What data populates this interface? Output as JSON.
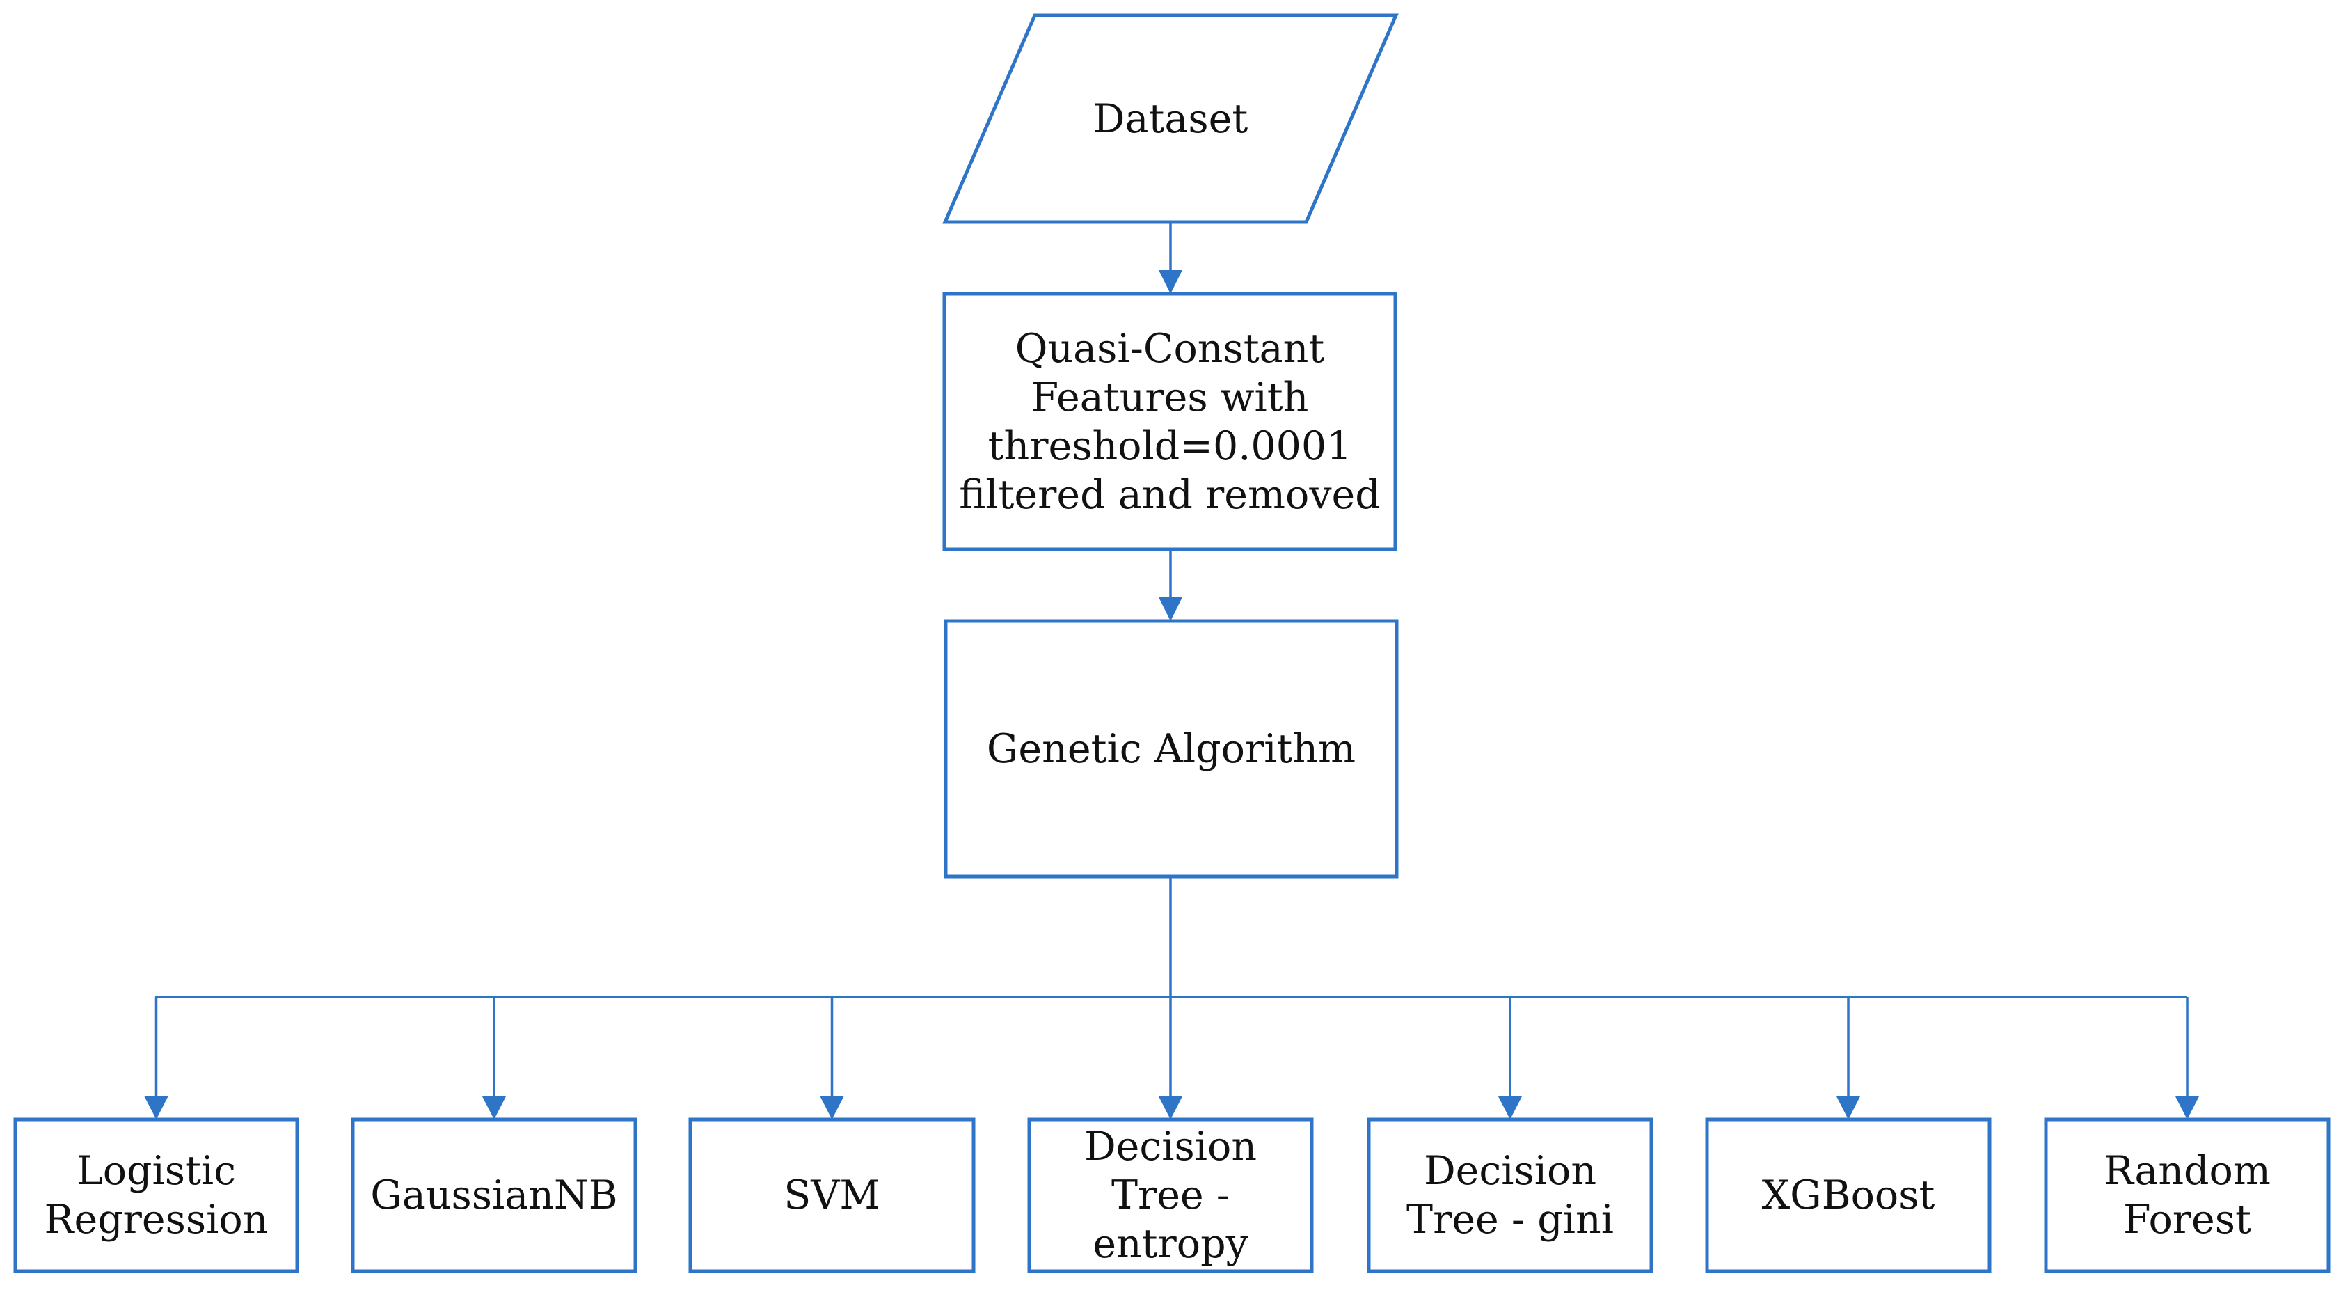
{
  "diagram": {
    "colors": {
      "stroke": "#2E75C7",
      "fill": "#ffffff",
      "text": "#111111"
    },
    "nodes": {
      "dataset": "Dataset",
      "quasi_constant": "Quasi-Constant\nFeatures with\nthreshold=0.0001\nfiltered and removed",
      "genetic_algorithm": "Genetic Algorithm",
      "classifiers": [
        "Logistic\nRegression",
        "GaussianNB",
        "SVM",
        "Decision\nTree -\nentropy",
        "Decision\nTree - gini",
        "XGBoost",
        "Random\nForest"
      ]
    }
  }
}
